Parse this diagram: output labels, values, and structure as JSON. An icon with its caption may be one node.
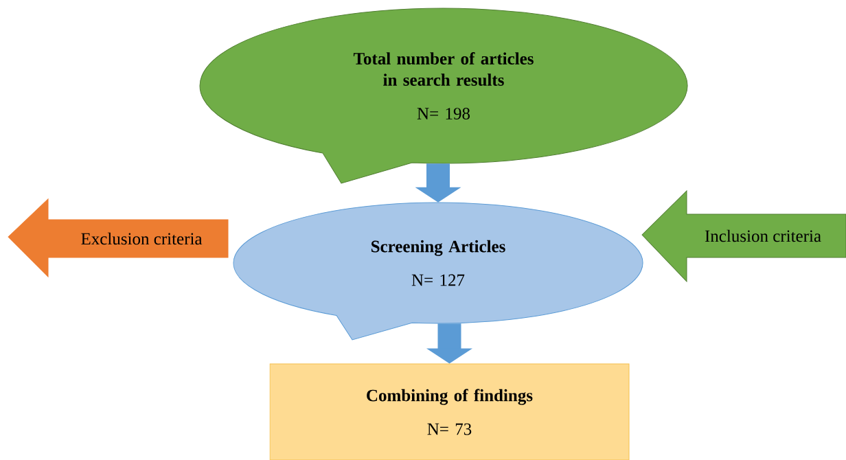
{
  "diagram": {
    "nodes": [
      {
        "text": [
          "Total number of articles in search results",
          "N= 198"
        ]
      },
      {
        "text": [
          "Screening Articles",
          "N= 127"
        ]
      },
      {
        "text": [
          "Combining of findings",
          "N= 73"
        ]
      },
      {
        "text": [
          "Exclusion criteria"
        ]
      },
      {
        "text": [
          "Inclusion criteria"
        ]
      }
    ],
    "edges": [
      {
        "from": 0,
        "to": 1,
        "arrow": "to"
      },
      {
        "from": 1,
        "to": 2,
        "arrow": "to"
      }
    ]
  }
}
